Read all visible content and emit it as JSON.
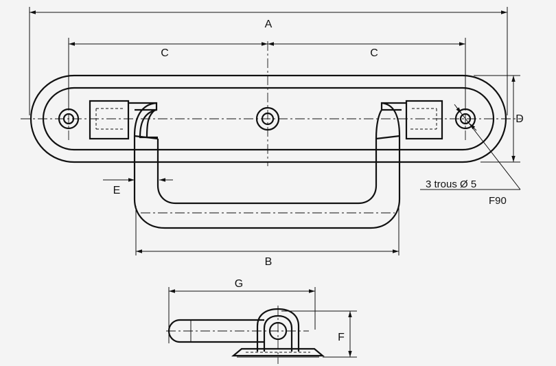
{
  "labels": {
    "A": "A",
    "C_left": "C",
    "C_right": "C",
    "B": "B",
    "D": "D",
    "E": "E",
    "F": "F",
    "G": "G"
  },
  "note": {
    "holes": "3 trous Ø  5",
    "countersink": "F90"
  }
}
